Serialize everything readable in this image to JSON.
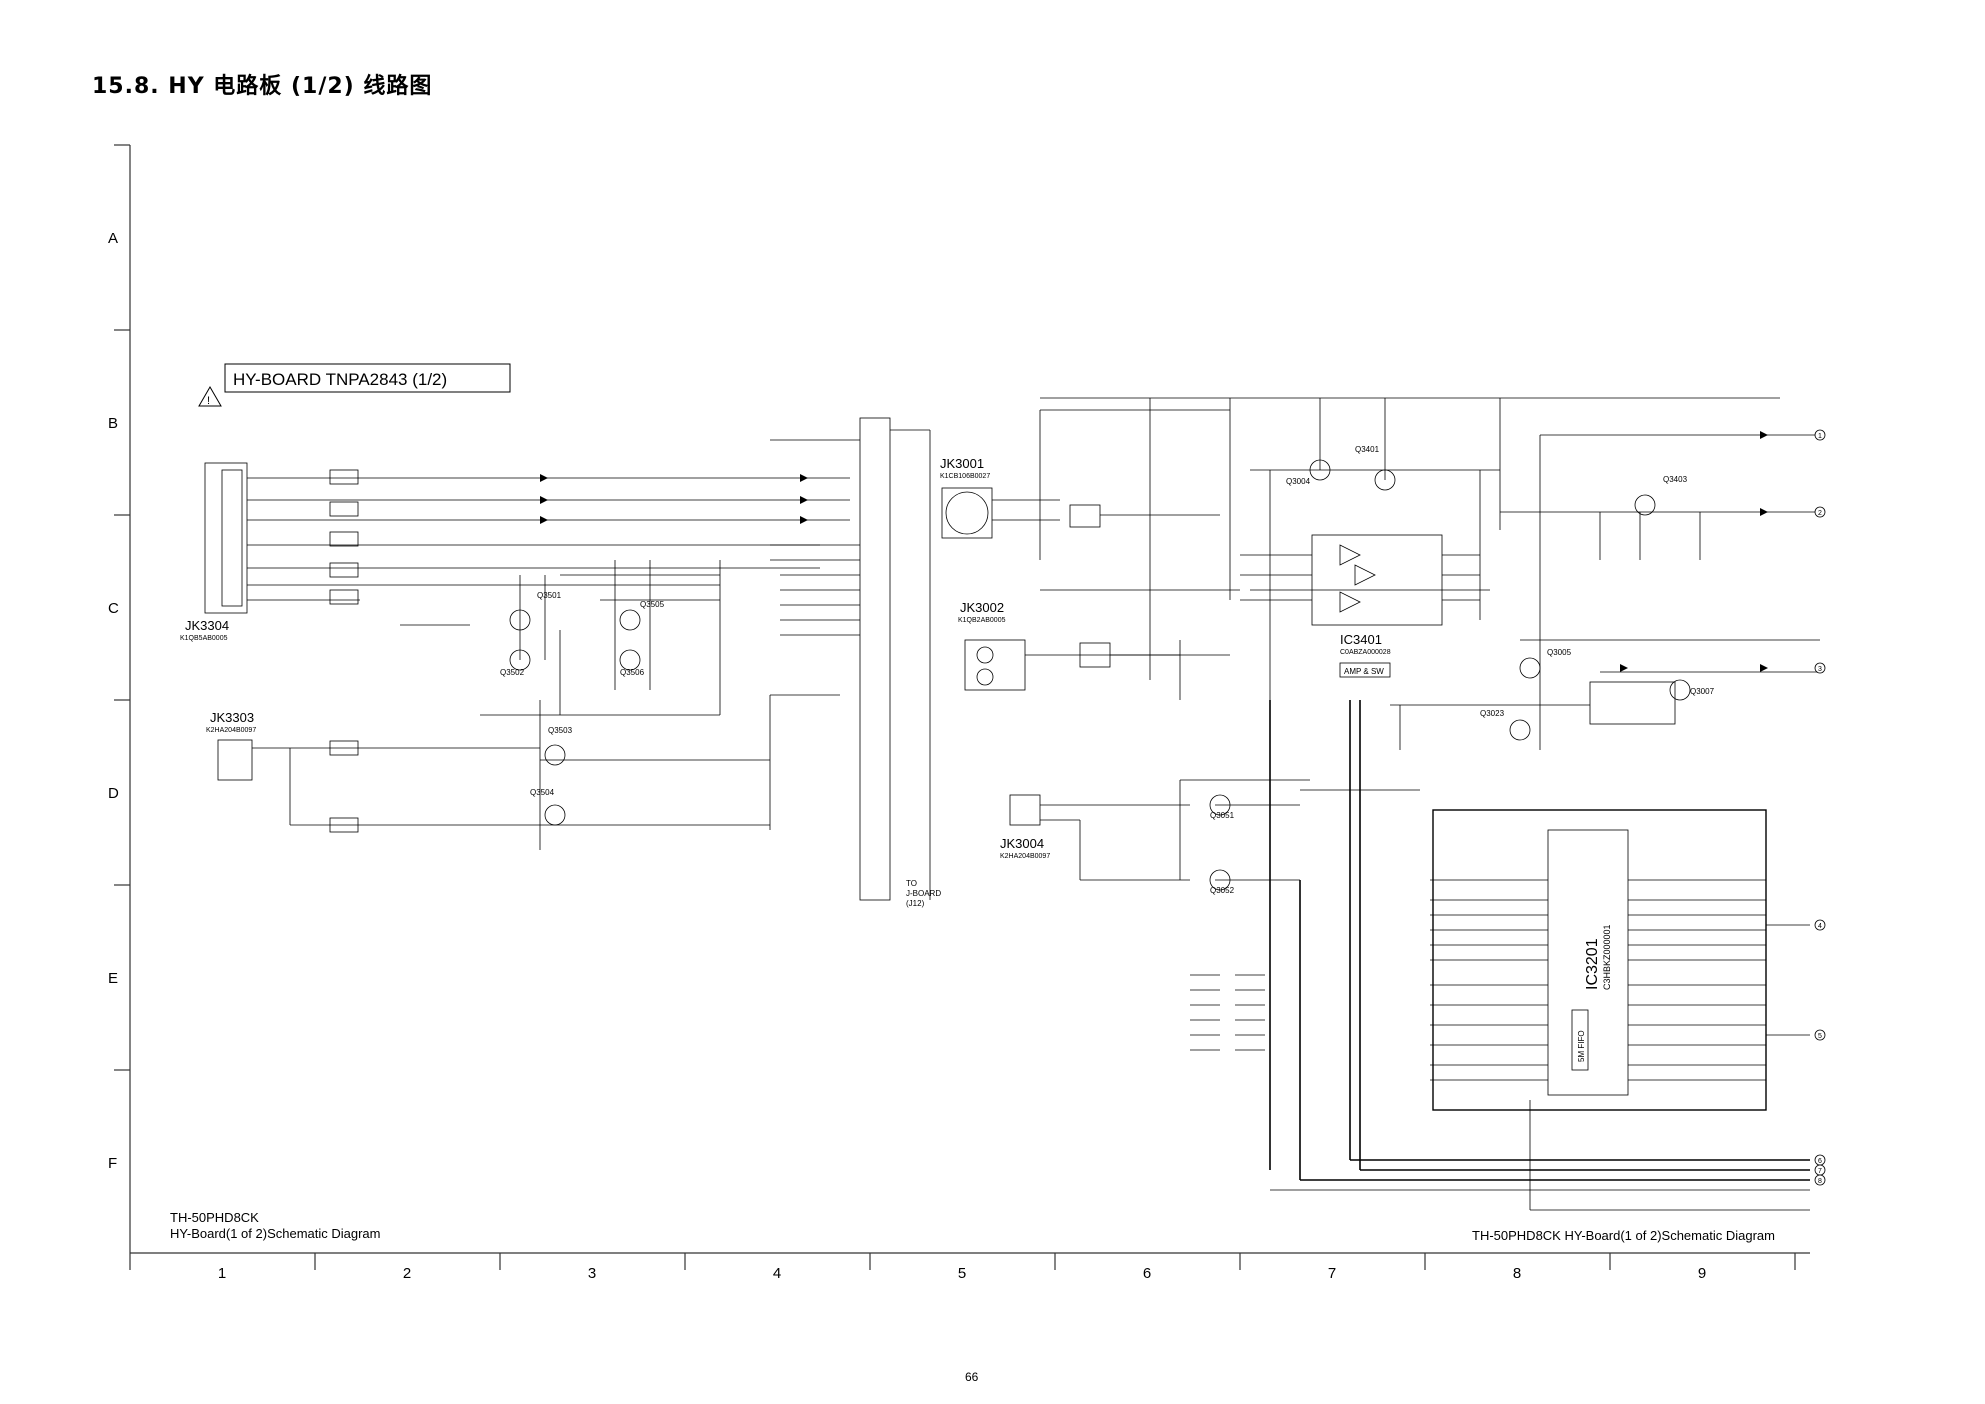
{
  "page": {
    "title": "15.8. HY 电路板 (1/2) 线路图",
    "page_number": "66",
    "footer_left_line1": "TH-50PHD8CK",
    "footer_left_line2": "HY-Board(1 of 2)Schematic Diagram",
    "footer_right": "TH-50PHD8CK  HY-Board(1 of 2)Schematic Diagram"
  },
  "grid": {
    "rows": [
      "A",
      "B",
      "C",
      "D",
      "E",
      "F"
    ],
    "columns": [
      "1",
      "2",
      "3",
      "4",
      "5",
      "6",
      "7",
      "8",
      "9"
    ]
  },
  "board": {
    "warning_symbol": "!",
    "title": "HY-BOARD TNPA2843 (1/2)"
  },
  "components": {
    "jk3304": {
      "ref": "JK3304",
      "part": "K1QB5AB0005"
    },
    "jk3303": {
      "ref": "JK3303",
      "part": "K2HA204B0097"
    },
    "jk3001": {
      "ref": "JK3001",
      "part": "K1CB106B0027"
    },
    "jk3002": {
      "ref": "JK3002",
      "part": "K1QB2AB0005"
    },
    "jk3004": {
      "ref": "JK3004",
      "part": "K2HA204B0097"
    },
    "ic3401": {
      "ref": "IC3401",
      "part": "C0ABZA000028",
      "function": "AMP & SW"
    },
    "ic3201": {
      "ref": "IC3201",
      "part": "C3HBKZ000001",
      "function": "5M FIFO"
    },
    "q3501": {
      "ref": "Q3501"
    },
    "q3502": {
      "ref": "Q3502"
    },
    "q3505": {
      "ref": "Q3505"
    },
    "q3506": {
      "ref": "Q3506"
    },
    "q3503": {
      "ref": "Q3503"
    },
    "q3504": {
      "ref": "Q3504"
    },
    "q3401": {
      "ref": "Q3401"
    },
    "q3004": {
      "ref": "Q3004"
    },
    "q3403": {
      "ref": "Q3403"
    },
    "q3005": {
      "ref": "Q3005"
    },
    "q3007": {
      "ref": "Q3007"
    },
    "q3023": {
      "ref": "Q3023"
    },
    "q3051": {
      "ref": "Q3051"
    },
    "q3052": {
      "ref": "Q3052"
    }
  },
  "connector": {
    "to_label": "TO",
    "board_label": "J-BOARD",
    "ref_label": "(J12)"
  },
  "outputs": [
    "1",
    "2",
    "3",
    "4",
    "5",
    "6",
    "7",
    "8"
  ],
  "colors": {
    "ink": "#000000",
    "background": "#ffffff",
    "frame": "#333333"
  }
}
